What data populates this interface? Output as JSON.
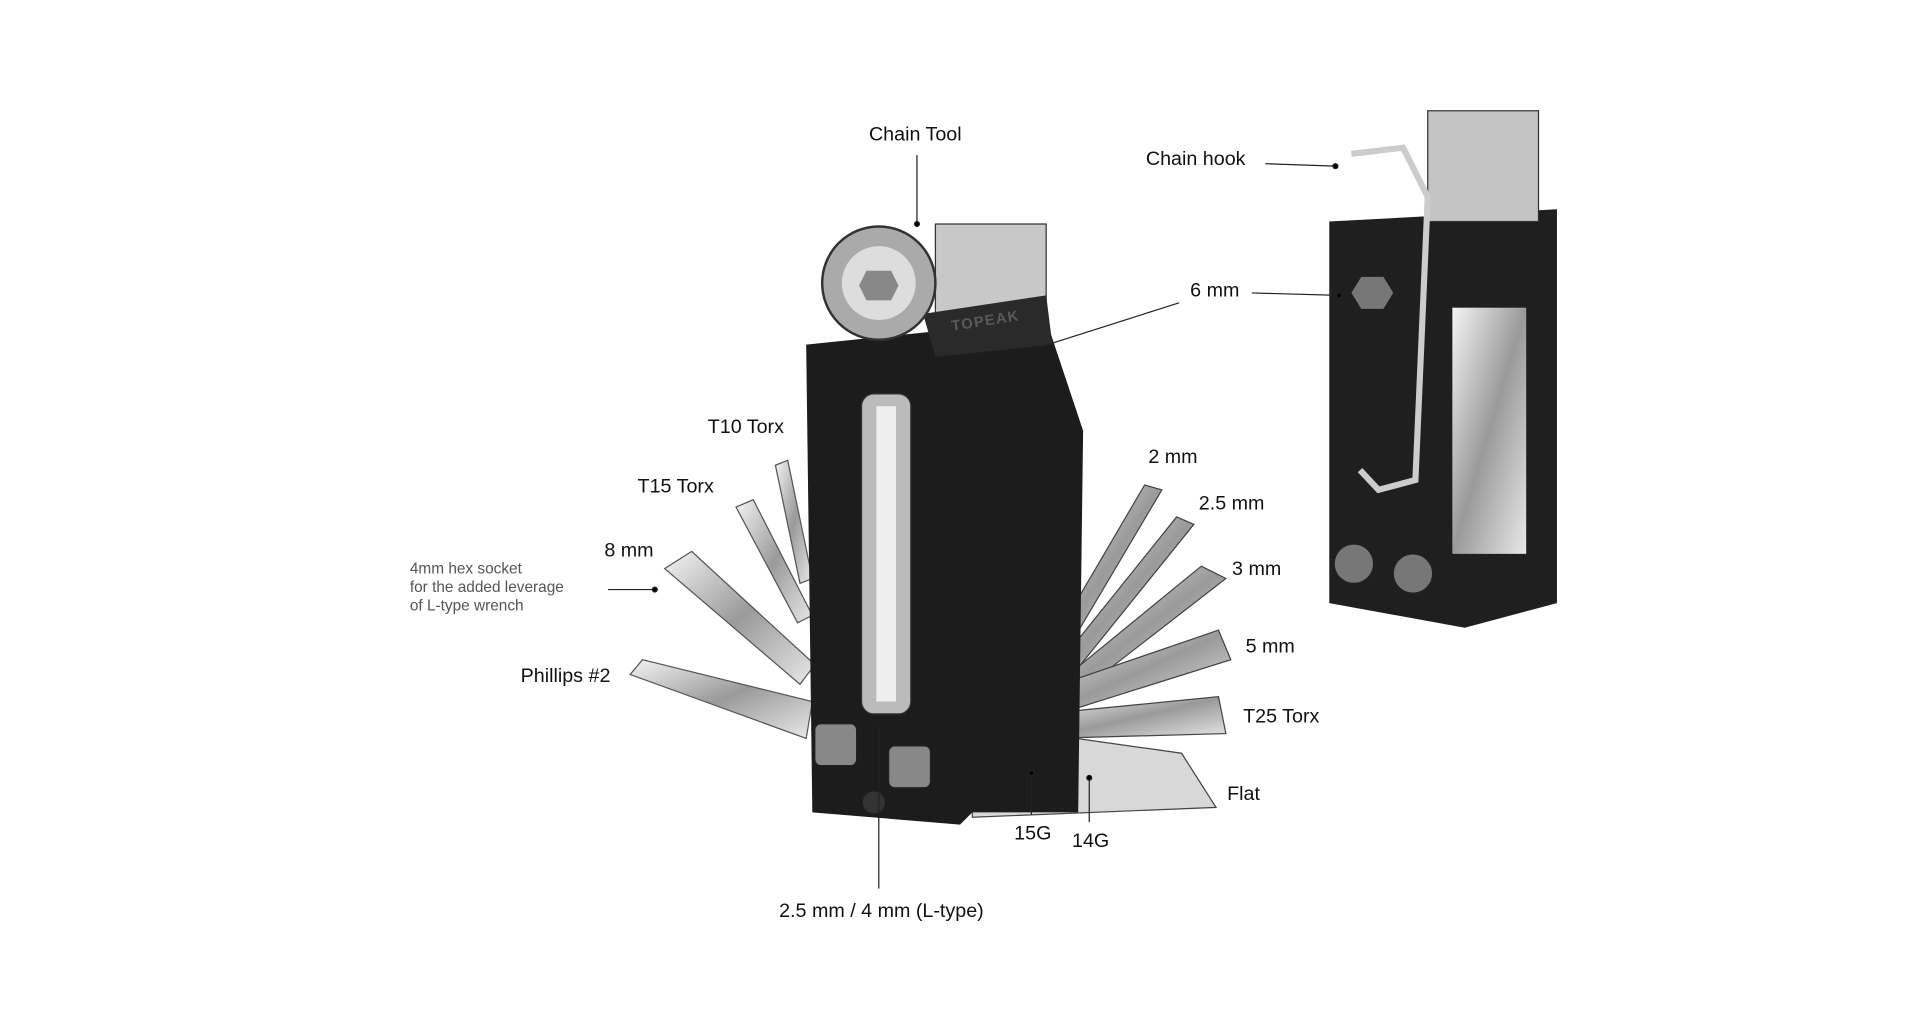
{
  "labels": {
    "chain_tool": "Chain Tool",
    "chain_hook": "Chain hook",
    "six_mm": "6 mm",
    "t10": "T10 Torx",
    "t15": "T15 Torx",
    "eight_mm": "8 mm",
    "note": "4mm hex socket\nfor the added leverage\nof L-type wrench",
    "phillips": "Phillips #2",
    "two_mm": "2 mm",
    "two_five_mm": "2.5 mm",
    "three_mm": "3 mm",
    "five_mm": "5 mm",
    "t25": "T25 Torx",
    "flat": "Flat",
    "g15": "15G",
    "g14": "14G",
    "l_type": "2.5 mm / 4 mm (L-type)"
  },
  "brand_text": "TOPEAK"
}
